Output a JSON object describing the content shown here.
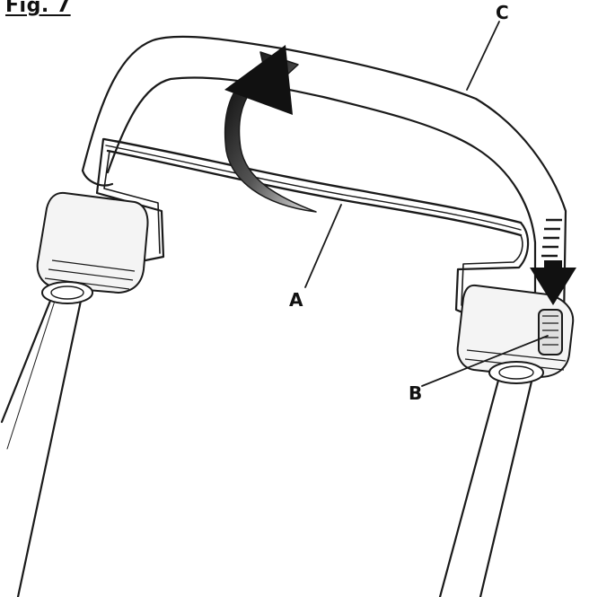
{
  "figure": {
    "title": "Fig. 7"
  },
  "callouts": {
    "a": "A",
    "b": "B",
    "c": "C"
  },
  "colors": {
    "line": "#1a1a1a",
    "arrow": "#111111",
    "fill_light": "#f4f4f4",
    "background": "#ffffff"
  }
}
